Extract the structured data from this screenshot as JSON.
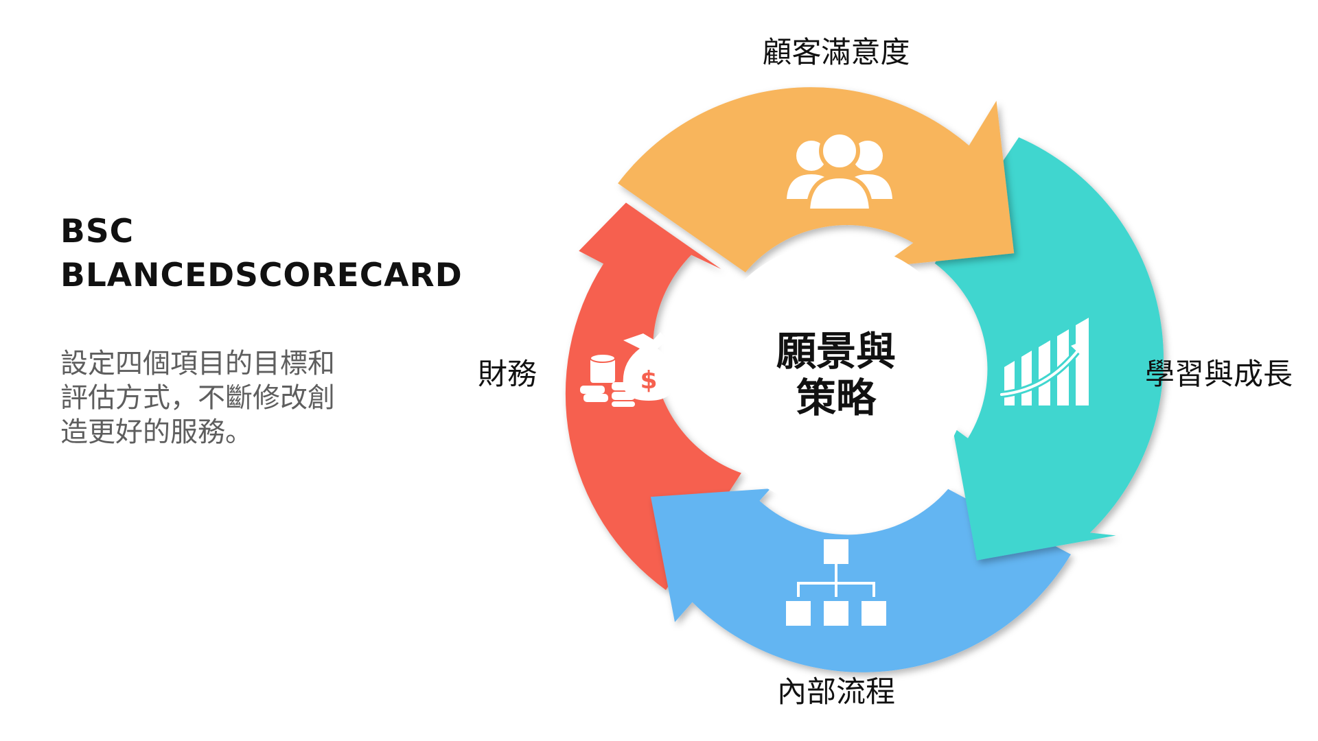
{
  "title": {
    "line1": "BSC",
    "line2": "BLANCEDSCORECARD"
  },
  "description": "設定四個項目的目標和\n評估方式，不斷修改創\n造更好的服務。",
  "cycle": {
    "center": {
      "line1": "願景與",
      "line2": "策略"
    },
    "segments": {
      "top": {
        "label": "顧客滿意度",
        "color": "#F8B55C",
        "icon": "people-group-icon"
      },
      "right": {
        "label": "學習與成長",
        "color": "#40D6CF",
        "icon": "growth-chart-icon"
      },
      "bottom": {
        "label": "內部流程",
        "color": "#64B5F2",
        "icon": "org-chart-icon"
      },
      "left": {
        "label": "財務",
        "color": "#F6614F",
        "icon": "money-bag-icon"
      }
    }
  }
}
